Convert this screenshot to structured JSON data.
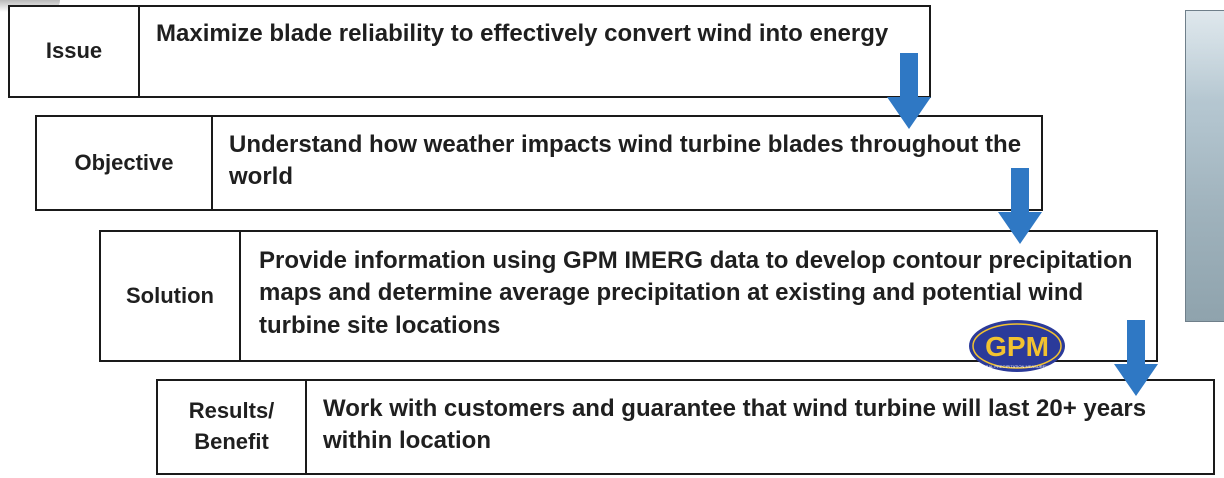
{
  "rows": [
    {
      "id": "issue",
      "label": "Issue",
      "text": "Maximize blade reliability to effectively convert wind into energy"
    },
    {
      "id": "objective",
      "label": "Objective",
      "text": "Understand how weather impacts wind turbine blades throughout the world"
    },
    {
      "id": "solution",
      "label": "Solution",
      "text": "Provide information using GPM IMERG data to develop contour precipitation maps and determine average precipitation at existing and potential wind turbine site locations"
    },
    {
      "id": "results",
      "label": "Results/ Benefit",
      "text": "Work with customers and guarantee that wind turbine will last 20+ years within location"
    }
  ],
  "logo": {
    "main": "GPM",
    "sub": "GLOBAL PRECIPITATION MEASUREMENT",
    "icon": "gpm-logo"
  },
  "colors": {
    "arrow": "#2f78c4",
    "border": "#1a1a1a",
    "text": "#1f1f1f",
    "logo_blue": "#2b3a9a",
    "logo_gold": "#f2c230"
  },
  "icons": {
    "arrow": "arrow-down-icon",
    "photo": "wind-turbine-photo"
  }
}
